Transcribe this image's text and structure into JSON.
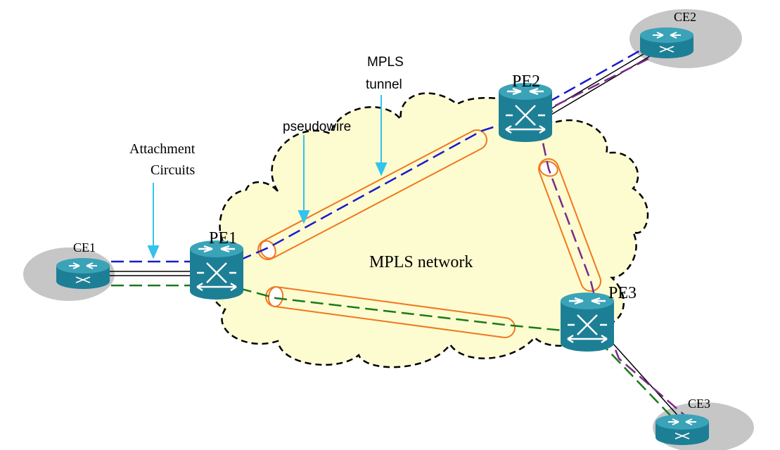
{
  "labels": {
    "ce1": "CE1",
    "ce2": "CE2",
    "ce3": "CE3",
    "pe1": "PE1",
    "pe2": "PE2",
    "pe3": "PE3",
    "network": "MPLS network",
    "mpls_tunnel_line1": "MPLS",
    "mpls_tunnel_line2": "tunnel",
    "pseudowire": "pseudowire",
    "attachment_line1": "Attachment",
    "attachment_line2": "Circuits"
  },
  "colors": {
    "cloud_fill": "#fdfbd0",
    "cloud_border": "#000000",
    "site_ellipse": "#c6c6c6",
    "router_body": "#2b93a8",
    "tunnel_orange": "#f07820",
    "pseudowire_blue": "#1a1acc",
    "pseudowire_green": "#1a7a1a",
    "pseudowire_purple": "#7a2a8a",
    "callout_arrow": "#33c3ec"
  },
  "icons": {
    "ce_router": "router-icon",
    "pe_router": "switch-router-icon"
  }
}
